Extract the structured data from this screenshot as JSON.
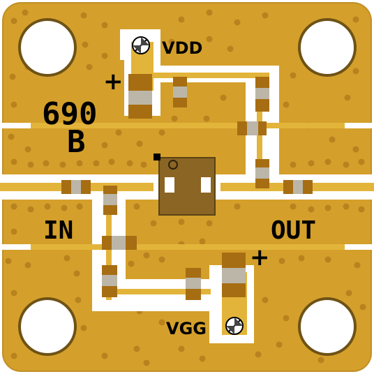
{
  "colors": {
    "board": "#d4a02b",
    "copper": "#e3b43a",
    "trace": "#ffffff",
    "via": "#b8821e",
    "component_body": "#bcb6a8",
    "component_end": "#a66d12",
    "chip": "#8a6524",
    "silkscreen": "#000000"
  },
  "markings": {
    "part_number": "690",
    "revision": "B",
    "input_label": "IN",
    "output_label": "OUT",
    "vdd_label": "VDD",
    "vgg_label": "VGG",
    "plus_top": "+",
    "plus_bottom": "+"
  },
  "icons": {
    "mounting_hole": "circle",
    "test_point": "crossed-circle-icon",
    "pin1_marker": "square"
  }
}
